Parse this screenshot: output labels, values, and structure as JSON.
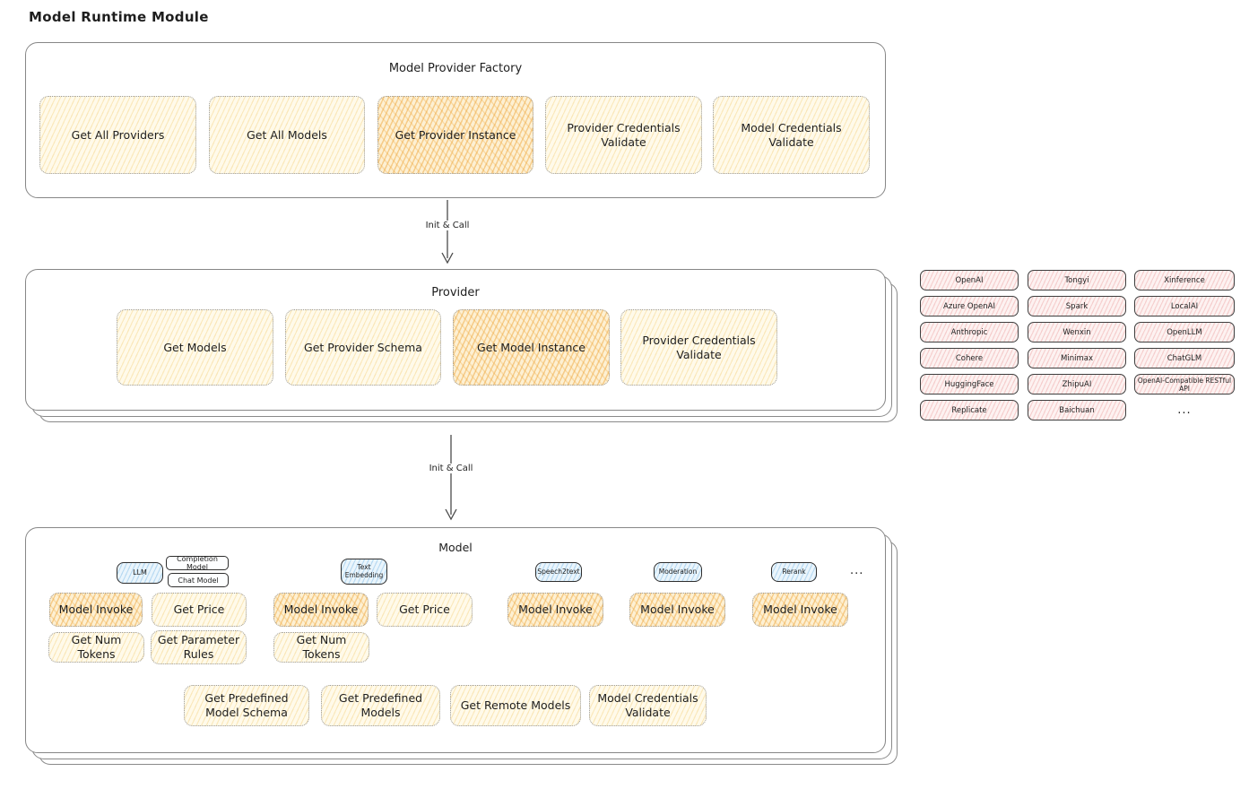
{
  "title": "Model Runtime Module",
  "arrows": {
    "top": "Init & Call",
    "bottom": "Init & Call"
  },
  "factory": {
    "title": "Model Provider Factory",
    "boxes": [
      {
        "label": "Get All Providers",
        "highlighted": false
      },
      {
        "label": "Get All Models",
        "highlighted": false
      },
      {
        "label": "Get Provider Instance",
        "highlighted": true
      },
      {
        "label": "Provider Credentials Validate",
        "highlighted": false
      },
      {
        "label": "Model Credentials Validate",
        "highlighted": false
      }
    ]
  },
  "provider": {
    "title": "Provider",
    "boxes": [
      {
        "label": "Get Models",
        "highlighted": false
      },
      {
        "label": "Get Provider Schema",
        "highlighted": false
      },
      {
        "label": "Get Model Instance",
        "highlighted": true
      },
      {
        "label": "Provider Credentials Validate",
        "highlighted": false
      }
    ]
  },
  "provider_list": {
    "rows": [
      [
        "OpenAI",
        "Tongyi",
        "Xinference"
      ],
      [
        "Azure OpenAI",
        "Spark",
        "LocalAI"
      ],
      [
        "Anthropic",
        "Wenxin",
        "OpenLLM"
      ],
      [
        "Cohere",
        "Minimax",
        "ChatGLM"
      ],
      [
        "HuggingFace",
        "ZhipuAI",
        "OpenAI-Compatible RESTful API"
      ],
      [
        "Replicate",
        "Baichuan",
        "..."
      ]
    ]
  },
  "model": {
    "title": "Model",
    "tabs": {
      "llm": "LLM",
      "completion": "Completion Model",
      "chat": "Chat Model",
      "text_embedding": "Text Embedding",
      "speech2text": "Speech2text",
      "moderation": "Moderation",
      "rerank": "Rerank",
      "more": "..."
    },
    "ops": {
      "model_invoke": "Model Invoke",
      "get_price": "Get Price",
      "get_num_tokens": "Get Num Tokens",
      "get_parameter_rules": "Get Parameter Rules"
    },
    "bottom": [
      "Get Predefined Model Schema",
      "Get Predefined Models",
      "Get Remote Models",
      "Model Credentials Validate"
    ]
  },
  "colors": {
    "ink": "#1e1e1e",
    "container_border": "#878787",
    "pale_yellow": "#fffaea",
    "highlight_orange": "#f3b14a",
    "tab_blue": "#eaf5fc",
    "provider_pink": "#fdf2f1"
  }
}
